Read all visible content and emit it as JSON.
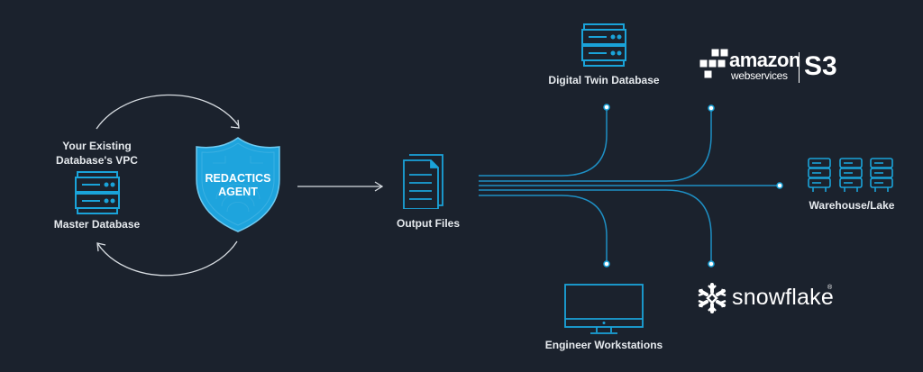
{
  "colors": {
    "background": "#1b222d",
    "accent": "#1aa3d9",
    "line": "#1e8fc4",
    "text": "#e6eaee",
    "shield_fill": "#1ea4dd"
  },
  "source": {
    "vpc_label_line1": "Your Existing",
    "vpc_label_line2": "Database's VPC",
    "db_label": "Master Database",
    "db_icon": "server-icon"
  },
  "agent": {
    "line1": "REDACTICS",
    "line2": "AGENT",
    "icon": "shield-icon"
  },
  "output": {
    "label": "Output Files",
    "icon": "documents-icon"
  },
  "destinations": [
    {
      "id": "digital-twin",
      "label": "Digital Twin Database",
      "icon": "server-icon"
    },
    {
      "id": "s3",
      "label": "amazon web services S3",
      "logo_text_main": "amazon",
      "logo_text_sub": "webservices",
      "logo_text_product": "S3",
      "icon": "aws-cubes-icon"
    },
    {
      "id": "warehouse",
      "label": "Warehouse/Lake",
      "icon": "server-rack-icon"
    },
    {
      "id": "workstations",
      "label": "Engineer Workstations",
      "icon": "monitor-icon"
    },
    {
      "id": "snowflake",
      "label": "snowflake",
      "logo_text": "snowflake",
      "registered": "®",
      "icon": "snowflake-icon"
    }
  ]
}
